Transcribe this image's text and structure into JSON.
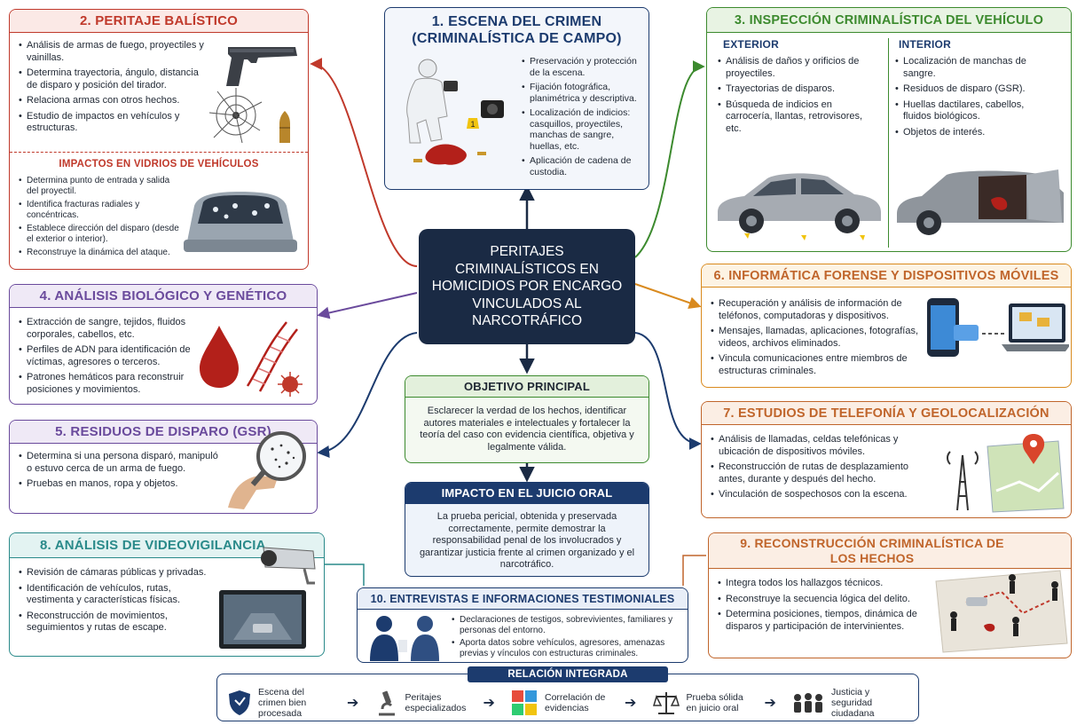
{
  "center": {
    "title": "PERITAJES CRIMINALÍSTICOS EN HOMICIDIOS POR ENCARGO VINCULADOS AL NARCOTRÁFICO"
  },
  "escena": {
    "title": "1. ESCENA DEL CRIMEN (CRIMINALÍSTICA DE CAMPO)",
    "items": [
      "Preservación y protección de la escena.",
      "Fijación fotográfica, planimétrica y descriptiva.",
      "Localización de indicios: casquillos, proyectiles, manchas de sangre, huellas, etc.",
      "Aplicación de cadena de custodia."
    ],
    "marker": "1"
  },
  "balistico": {
    "title": "2. PERITAJE BALÍSTICO",
    "items": [
      "Análisis de armas de fuego, proyectiles y vainillas.",
      "Determina trayectoria, ángulo, distancia de disparo y posición del tirador.",
      "Relaciona armas con otros hechos.",
      "Estudio de impactos en vehículos y estructuras."
    ],
    "vidrios_title": "IMPACTOS EN VIDRIOS DE VEHÍCULOS",
    "vidrios_items": [
      "Determina punto de entrada y salida del proyectil.",
      "Identifica fracturas radiales y concéntricas.",
      "Establece dirección del disparo (desde el exterior o interior).",
      "Reconstruye la dinámica del ataque."
    ]
  },
  "vehiculo": {
    "title": "3. INSPECCIÓN CRIMINALÍSTICA DEL VEHÍCULO",
    "exterior_title": "EXTERIOR",
    "exterior_items": [
      "Análisis de daños y orificios de proyectiles.",
      "Trayectorias de disparos.",
      "Búsqueda de indicios en carrocería, llantas, retrovisores, etc."
    ],
    "interior_title": "INTERIOR",
    "interior_items": [
      "Localización de manchas de sangre.",
      "Residuos de disparo (GSR).",
      "Huellas dactilares, cabellos, fluidos biológicos.",
      "Objetos de interés."
    ]
  },
  "biologico": {
    "title": "4. ANÁLISIS BIOLÓGICO Y GENÉTICO",
    "items": [
      "Extracción de sangre, tejidos, fluidos corporales, cabellos, etc.",
      "Perfiles de ADN para identificación de víctimas, agresores o terceros.",
      "Patrones hemáticos para reconstruir posiciones y movimientos."
    ]
  },
  "gsr": {
    "title": "5. RESIDUOS DE DISPARO (GSR)",
    "items": [
      "Determina si una persona disparó, manipuló o estuvo cerca de un arma de fuego.",
      "Pruebas en manos, ropa y objetos."
    ]
  },
  "informatica": {
    "title": "6. INFORMÁTICA FORENSE Y DISPOSITIVOS MÓVILES",
    "items": [
      "Recuperación y análisis de información de teléfonos, computadoras y dispositivos.",
      "Mensajes, llamadas, aplicaciones, fotografías, videos, archivos eliminados.",
      "Vincula comunicaciones entre miembros de estructuras criminales."
    ]
  },
  "telefonia": {
    "title": "7. ESTUDIOS DE TELEFONÍA Y GEOLOCALIZACIÓN",
    "items": [
      "Análisis de llamadas, celdas telefónicas y ubicación de dispositivos móviles.",
      "Reconstrucción de rutas de desplazamiento antes, durante y después del hecho.",
      "Vinculación de sospechosos con la escena."
    ]
  },
  "video": {
    "title": "8. ANÁLISIS DE VIDEOVIGILANCIA",
    "items": [
      "Revisión de cámaras públicas y privadas.",
      "Identificación de vehículos, rutas, vestimenta y características físicas.",
      "Reconstrucción de movimientos, seguimientos y rutas de escape."
    ]
  },
  "reconstruccion": {
    "title": "9. RECONSTRUCCIÓN CRIMINALÍSTICA DE LOS HECHOS",
    "items": [
      "Integra todos los hallazgos técnicos.",
      "Reconstruye la secuencia lógica del delito.",
      "Determina posiciones, tiempos, dinámica de disparos y participación de intervinientes."
    ]
  },
  "entrevistas": {
    "title": "10. ENTREVISTAS E INFORMACIONES TESTIMONIALES",
    "items": [
      "Declaraciones de testigos, sobrevivientes, familiares y personas del entorno.",
      "Aporta datos sobre vehículos, agresores, amenazas previas y vínculos con estructuras criminales."
    ]
  },
  "objetivo": {
    "title": "OBJETIVO PRINCIPAL",
    "text": "Esclarecer la verdad de los hechos, identificar autores materiales e intelectuales y fortalecer la teoría del caso con evidencia científica, objetiva y legalmente válida."
  },
  "impacto": {
    "title": "IMPACTO EN EL JUICIO ORAL",
    "text": "La prueba pericial, obtenida y preservada correctamente, permite demostrar la responsabilidad penal de los involucrados y garantizar justicia frente al crimen organizado y el narcotráfico."
  },
  "relacion": {
    "title": "RELACIÓN INTEGRADA",
    "steps": [
      {
        "label": "Escena del crimen bien procesada",
        "icon": "shield-icon"
      },
      {
        "label": "Peritajes especializados",
        "icon": "microscope-icon"
      },
      {
        "label": "Correlación de evidencias",
        "icon": "puzzle-icon"
      },
      {
        "label": "Prueba sólida en juicio oral",
        "icon": "scales-icon"
      },
      {
        "label": "Justicia y seguridad ciudadana",
        "icon": "people-icon"
      }
    ]
  },
  "colors": {
    "red": "#c0392b",
    "navy": "#1c3b6e",
    "green": "#3c8a2e",
    "purple": "#6a4a9c",
    "orange": "#d98a1e",
    "teal": "#2a8a8a",
    "brown": "#c0652b",
    "dark": "#1a2a44"
  }
}
